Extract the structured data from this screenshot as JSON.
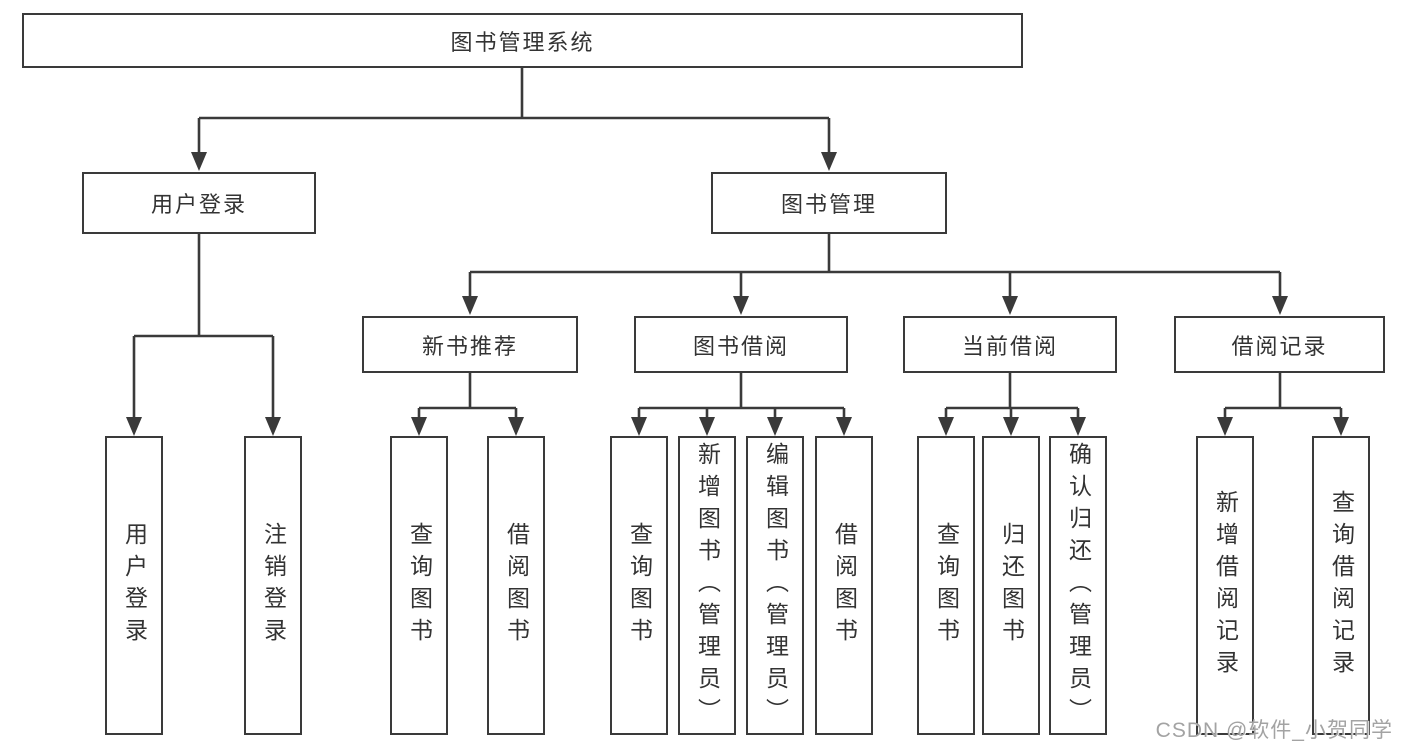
{
  "tree": {
    "root": {
      "label": "图书管理系统"
    },
    "children": [
      {
        "label": "用户登录",
        "children": [
          {
            "label": "用户登录"
          },
          {
            "label": "注销登录"
          }
        ]
      },
      {
        "label": "图书管理",
        "children": [
          {
            "label": "新书推荐",
            "children": [
              {
                "label": "查询图书"
              },
              {
                "label": "借阅图书"
              }
            ]
          },
          {
            "label": "图书借阅",
            "children": [
              {
                "label": "查询图书"
              },
              {
                "label": "新增图书（管理员）"
              },
              {
                "label": "编辑图书（管理员）"
              },
              {
                "label": "借阅图书"
              }
            ]
          },
          {
            "label": "当前借阅",
            "children": [
              {
                "label": "查询图书"
              },
              {
                "label": "归还图书"
              },
              {
                "label": "确认归还（管理员）"
              }
            ]
          },
          {
            "label": "借阅记录",
            "children": [
              {
                "label": "新增借阅记录"
              },
              {
                "label": "查询借阅记录"
              }
            ]
          }
        ]
      }
    ]
  },
  "watermark": {
    "text": "CSDN @软件_小贺同学"
  },
  "colors": {
    "line": "#3a3a3a",
    "text": "#333333",
    "watermark": "#a3a3a3",
    "background": "#ffffff"
  }
}
